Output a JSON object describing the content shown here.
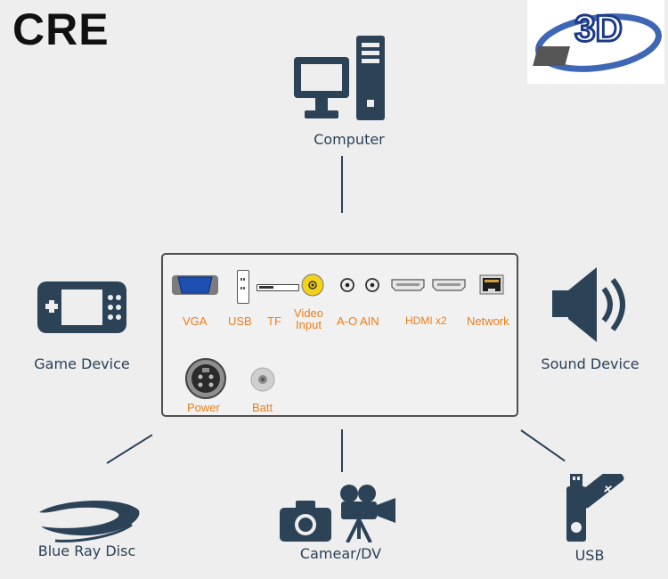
{
  "brand": {
    "text": "CRE"
  },
  "logo_3d": {
    "text": "3D"
  },
  "devices": {
    "computer": "Computer",
    "game": "Game Device",
    "sound": "Sound Device",
    "bluray": "Blue Ray Disc",
    "camera": "Camear/DV",
    "usb": "USB"
  },
  "ports": {
    "vga": "VGA",
    "usb": "USB",
    "tf": "TF",
    "video_input": "Video\nInput",
    "ao_ain": "A-O AIN",
    "hdmi": "HDMI x2",
    "network": "Network",
    "power": "Power",
    "batt": "Batt"
  },
  "colors": {
    "icon": "#2c4257",
    "port_label": "#ef7c16",
    "panel_border": "#4f4f4f"
  }
}
